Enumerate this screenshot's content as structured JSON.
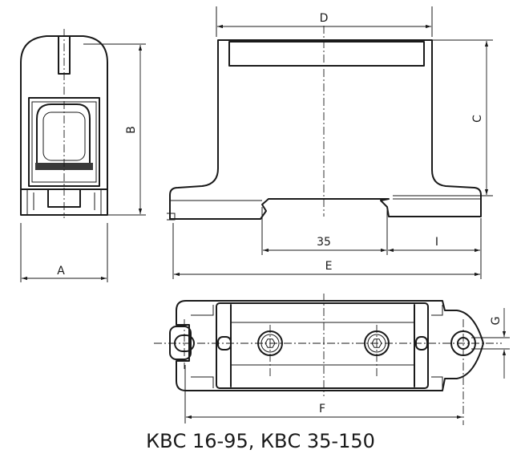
{
  "labels": {
    "a": "A",
    "b": "B",
    "c": "C",
    "d": "D",
    "e": "E",
    "f": "F",
    "g": "G",
    "l": "I",
    "dim35": "35"
  },
  "caption": "КВС 16-95, КВС 35-150"
}
